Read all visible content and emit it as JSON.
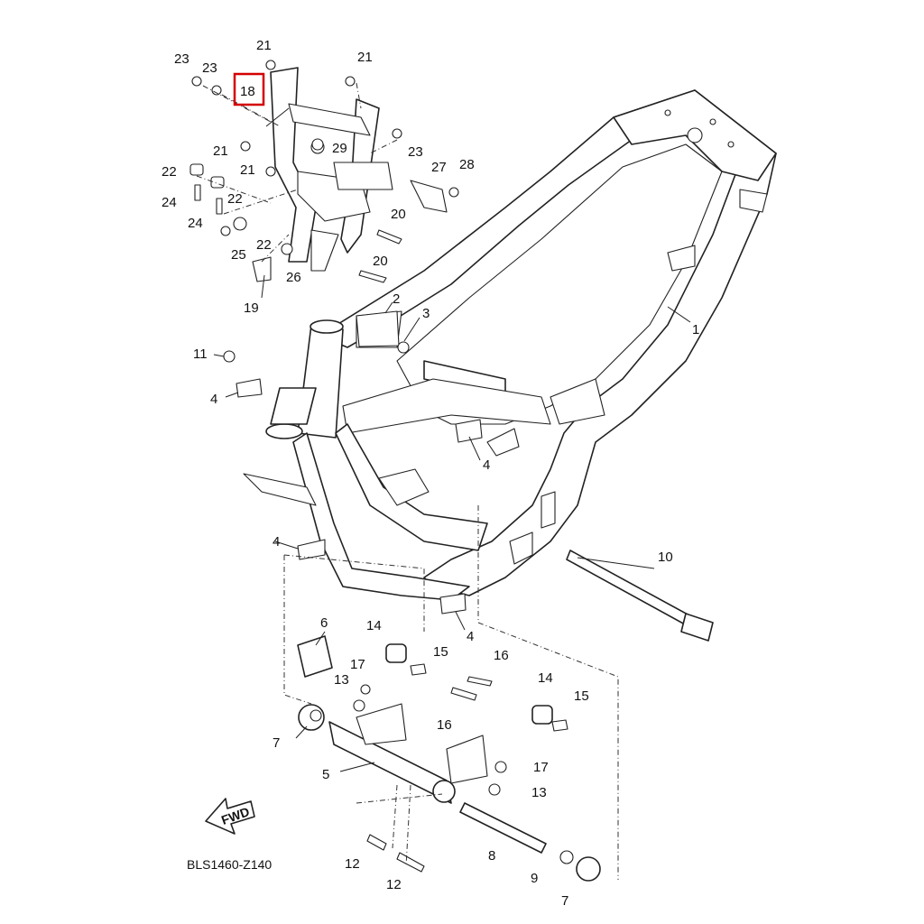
{
  "diagram_code": "BLS1460-Z140",
  "fwd_label": "FWD",
  "highlight_color": "#d40000",
  "highlighted_callout": "18",
  "callouts": {
    "c1": "1",
    "c2": "2",
    "c3": "3",
    "c4a": "4",
    "c4b": "4",
    "c4c": "4",
    "c4d": "4",
    "c5": "5",
    "c6": "6",
    "c7a": "7",
    "c7b": "7",
    "c8": "8",
    "c9": "9",
    "c10": "10",
    "c11": "11",
    "c12a": "12",
    "c12b": "12",
    "c13a": "13",
    "c13b": "13",
    "c14a": "14",
    "c14b": "14",
    "c15a": "15",
    "c15b": "15",
    "c16a": "16",
    "c16b": "16",
    "c17a": "17",
    "c17b": "17",
    "c18": "18",
    "c19": "19",
    "c20a": "20",
    "c20b": "20",
    "c21a": "21",
    "c21b": "21",
    "c21c": "21",
    "c21d": "21",
    "c22a": "22",
    "c22b": "22",
    "c22c": "22",
    "c23a": "23",
    "c23b": "23",
    "c23c": "23",
    "c24a": "24",
    "c24b": "24",
    "c25": "25",
    "c26": "26",
    "c27": "27",
    "c28": "28",
    "c29": "29"
  }
}
